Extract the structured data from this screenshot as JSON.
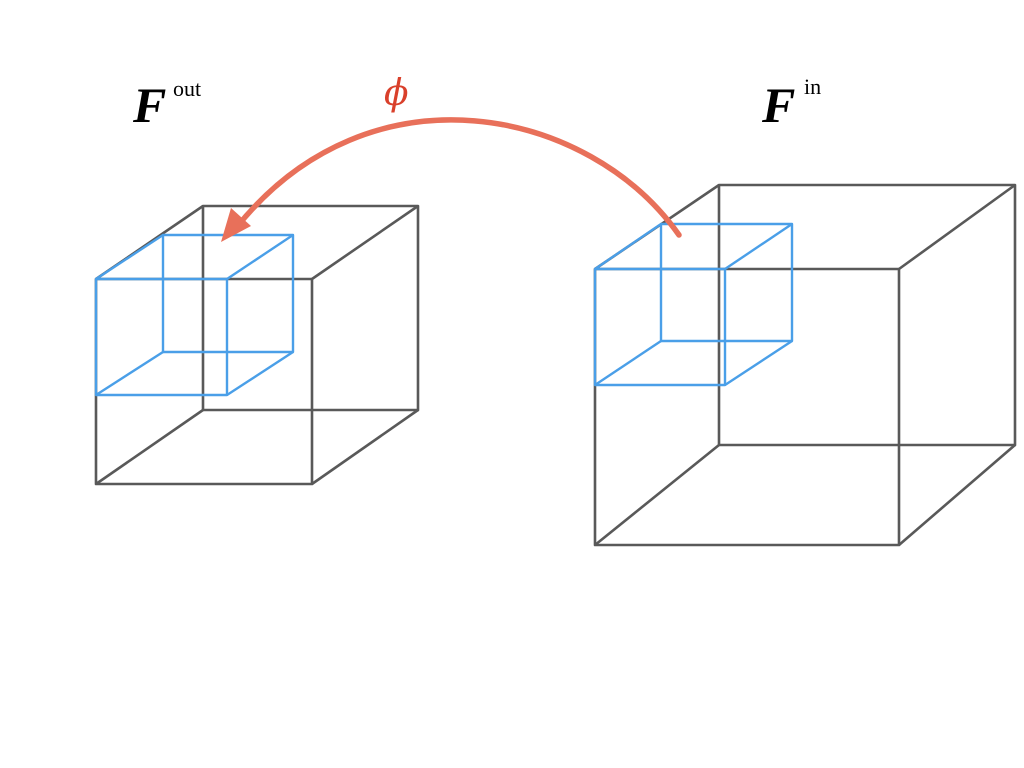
{
  "colors": {
    "background": "#ffffff",
    "outer_cube": "#595959",
    "inner_cube": "#4a9fe8",
    "mapping_arrow": "#e8705a",
    "phi_label": "#d9402b",
    "text": "#000000"
  },
  "labels": {
    "output_symbol": "F",
    "output_superscript": "out",
    "input_symbol": "F",
    "input_superscript": "in",
    "mapping_symbol": "ϕ"
  },
  "icons": {
    "output_volume": "wireframe-cube-icon",
    "input_volume": "wireframe-cube-icon",
    "mapping": "curved-arrow-icon"
  }
}
